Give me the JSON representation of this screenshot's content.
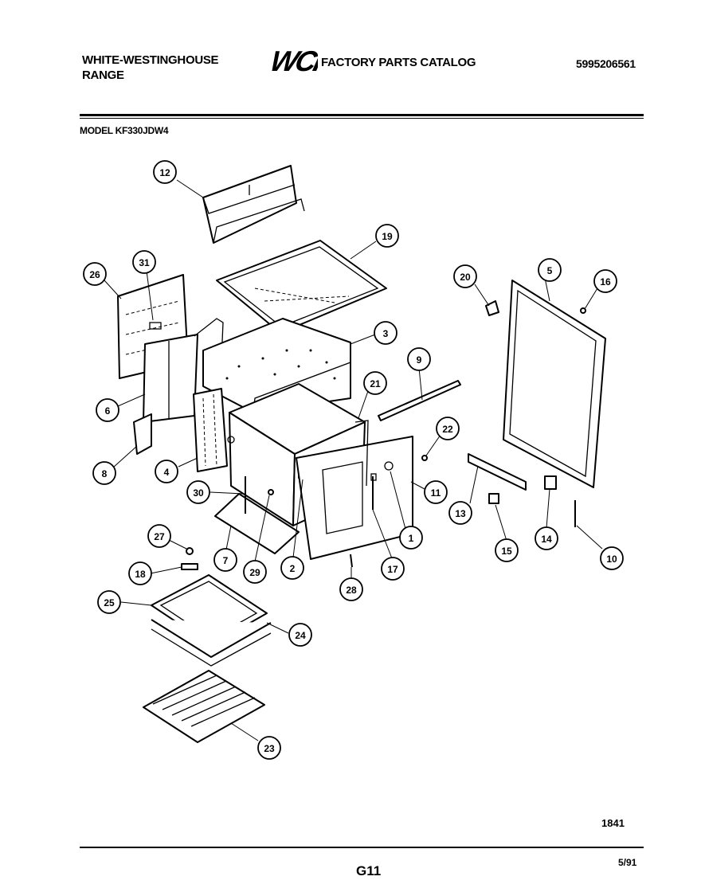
{
  "header": {
    "brand_line1": "WHITE-WESTINGHOUSE",
    "brand_line2": "RANGE",
    "logo_text": "WCI",
    "catalog_title": "FACTORY PARTS CATALOG",
    "part_number": "5995206561"
  },
  "model": "MODEL KF330JDW4",
  "callouts": [
    "12",
    "19",
    "26",
    "31",
    "3",
    "20",
    "5",
    "16",
    "9",
    "21",
    "22",
    "6",
    "8",
    "4",
    "30",
    "11",
    "13",
    "1",
    "15",
    "14",
    "10",
    "7",
    "29",
    "2",
    "17",
    "27",
    "18",
    "28",
    "25",
    "24",
    "23"
  ],
  "footer": {
    "code": "1841",
    "page": "G11",
    "date": "5/91"
  }
}
